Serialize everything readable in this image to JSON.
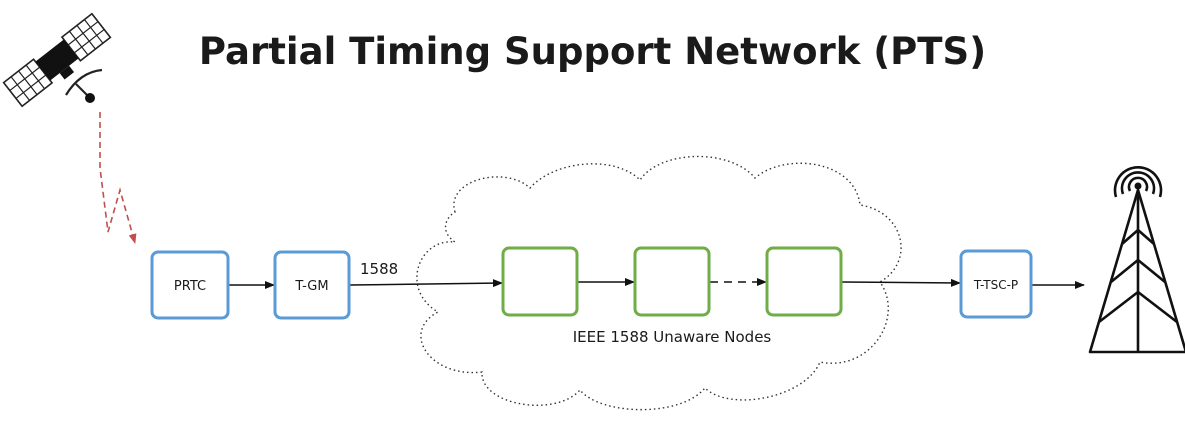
{
  "title": "Partial Timing Support Network (PTS)",
  "nodes": {
    "prtc": "PRTC",
    "tgm": "T-GM",
    "ttscp": "T-TSC-P"
  },
  "link_label": "1588",
  "cloud_label": "IEEE 1588 Unaware Nodes",
  "icons": {
    "satellite": "satellite-icon",
    "tower": "cell-tower-icon"
  },
  "colors": {
    "boundary_clock_border": "#5b9bd5",
    "unaware_node_border": "#70ad47",
    "gnss_signal": "#c0504d",
    "text": "#1a1a1a"
  }
}
